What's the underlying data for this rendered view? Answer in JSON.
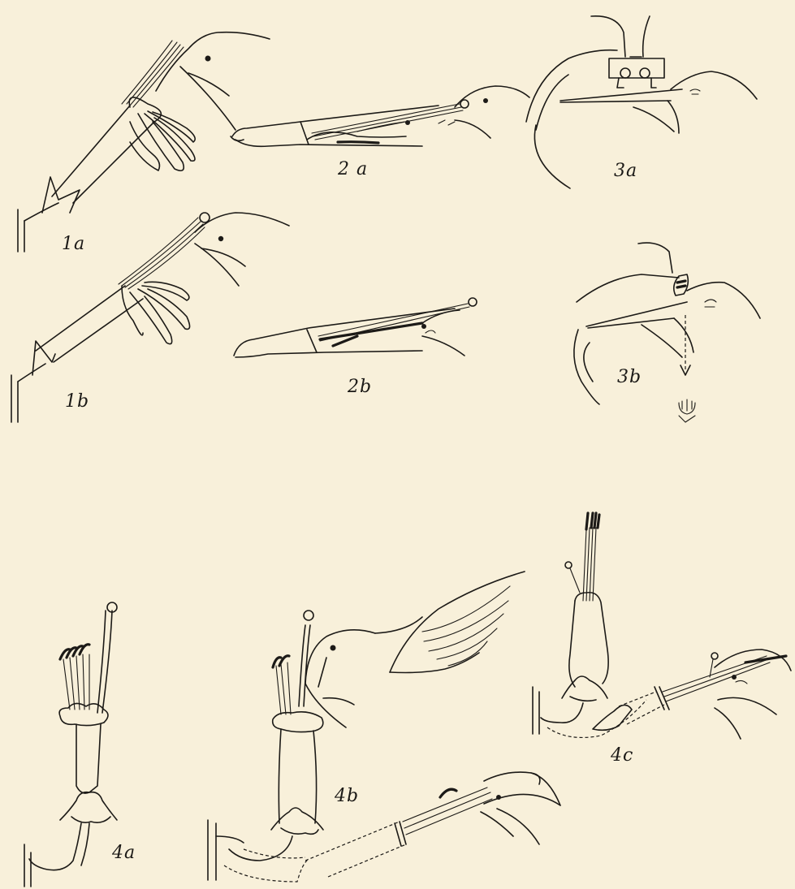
{
  "plate": {
    "background": "#f8f0da",
    "ink": "#1c1a17"
  },
  "figures": [
    {
      "id": "1a",
      "label": "1a"
    },
    {
      "id": "1b",
      "label": "1b"
    },
    {
      "id": "2a",
      "label": "2 a"
    },
    {
      "id": "2b",
      "label": "2b"
    },
    {
      "id": "3a",
      "label": "3a"
    },
    {
      "id": "3b",
      "label": "3b"
    },
    {
      "id": "4a",
      "label": "4a"
    },
    {
      "id": "4b",
      "label": "4b"
    },
    {
      "id": "4c",
      "label": "4c"
    }
  ]
}
